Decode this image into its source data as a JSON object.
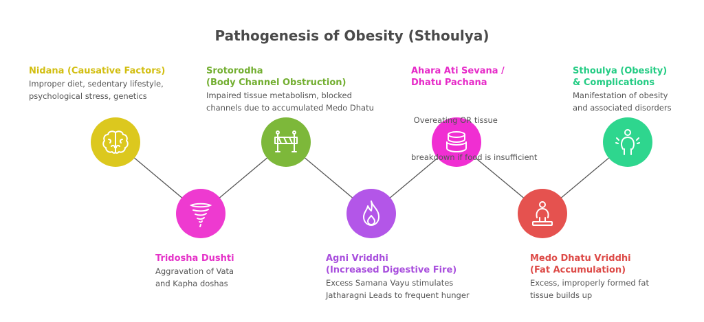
{
  "title": "Pathogenesis of Obesity (Sthoulya)",
  "steps": [
    {
      "title_lines": [
        "Nidana (Causative Factors)"
      ],
      "desc_lines": [
        "Improper diet, sedentary lifestyle,",
        "psychological stress, genetics"
      ],
      "color": "#DCC81E",
      "icon": "brain-icon"
    },
    {
      "title_lines": [
        "Tridosha Dushti"
      ],
      "desc_lines": [
        "Aggravation of Vata",
        "and Kapha doshas"
      ],
      "color": "#EE3AD0",
      "icon": "tornado-icon"
    },
    {
      "title_lines": [
        "Srotorodha",
        "(Body Channel Obstruction)"
      ],
      "desc_lines": [
        "Impaired tissue metabolism, blocked",
        "channels due to accumulated Medo Dhatu"
      ],
      "color": "#7DB83A",
      "icon": "barrier-icon"
    },
    {
      "title_lines": [
        "Agni Vriddhi",
        "(Increased Digestive Fire)"
      ],
      "desc_lines": [
        "Excess Samana Vayu stimulates",
        "Jatharagni Leads to frequent hunger"
      ],
      "color": "#B356E8",
      "icon": "fire-icon"
    },
    {
      "title_lines": [
        "Ahara Ati Sevana /",
        "Dhatu Pachana"
      ],
      "desc_lines": [
        " Overeating OR tissue",
        "breakdown if food is insufficient"
      ],
      "color": "#F02ED2",
      "icon": "food-stack-icon"
    },
    {
      "title_lines": [
        "Medo Dhatu Vriddhi",
        "(Fat Accumulation)"
      ],
      "desc_lines": [
        "Excess, improperly formed fat",
        "tissue builds up"
      ],
      "color": "#E5524F",
      "icon": "person-on-scale-icon"
    },
    {
      "title_lines": [
        "Sthoulya (Obesity)",
        "& Complications"
      ],
      "desc_lines": [
        "Manifestation of obesity",
        "and associated disorders"
      ],
      "color": "#2ED68E",
      "icon": "obese-person-icon"
    }
  ]
}
